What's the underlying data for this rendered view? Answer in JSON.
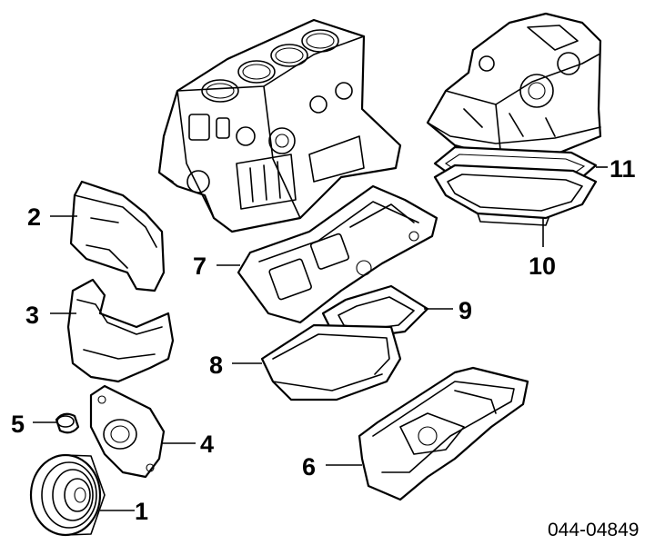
{
  "callouts": {
    "c1": "1",
    "c2": "2",
    "c3": "3",
    "c4": "4",
    "c5": "5",
    "c6": "6",
    "c7": "7",
    "c8": "8",
    "c9": "9",
    "c10": "10",
    "c11": "11"
  },
  "diagram_code": "044-04849",
  "colors": {
    "ink": "#000000",
    "background": "#ffffff"
  }
}
